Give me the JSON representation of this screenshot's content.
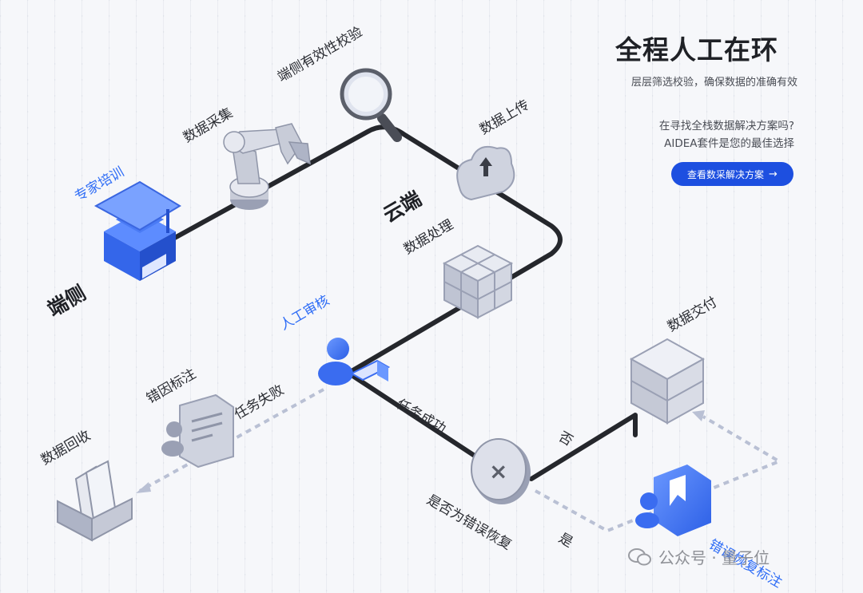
{
  "header": {
    "title": "全程人工在环",
    "subtitle": "层层筛选校验，确保数据的准确有效",
    "promo_line1": "在寻找全栈数据解决方案吗?",
    "promo_line2": "AIDEA套件是您的最佳选择",
    "cta_label": "查看数采解决方案",
    "cta_arrow": "→"
  },
  "zones": {
    "edge": "端侧",
    "cloud": "云端"
  },
  "nodes": {
    "expert_training": "专家培训",
    "data_collection": "数据采集",
    "edge_validation": "端侧有效性校验",
    "data_upload": "数据上传",
    "data_processing": "数据处理",
    "human_review": "人工审核",
    "error_labeling": "错因标注",
    "data_recovery": "数据回收",
    "data_delivery": "数据交付",
    "error_recovery_labeling": "错误恢复标注"
  },
  "edges": {
    "task_success": "任务成功",
    "task_failed": "任务失败",
    "is_error_recovery": "是否为错误恢复",
    "no": "否",
    "yes": "是"
  },
  "colors": {
    "accent": "#2f6df6",
    "cta": "#1d4fe0",
    "path": "#25272c",
    "dash": "#b9c0d4"
  },
  "watermark": {
    "text": "公众号 · 量子位",
    "icon": "wechat-icon"
  }
}
